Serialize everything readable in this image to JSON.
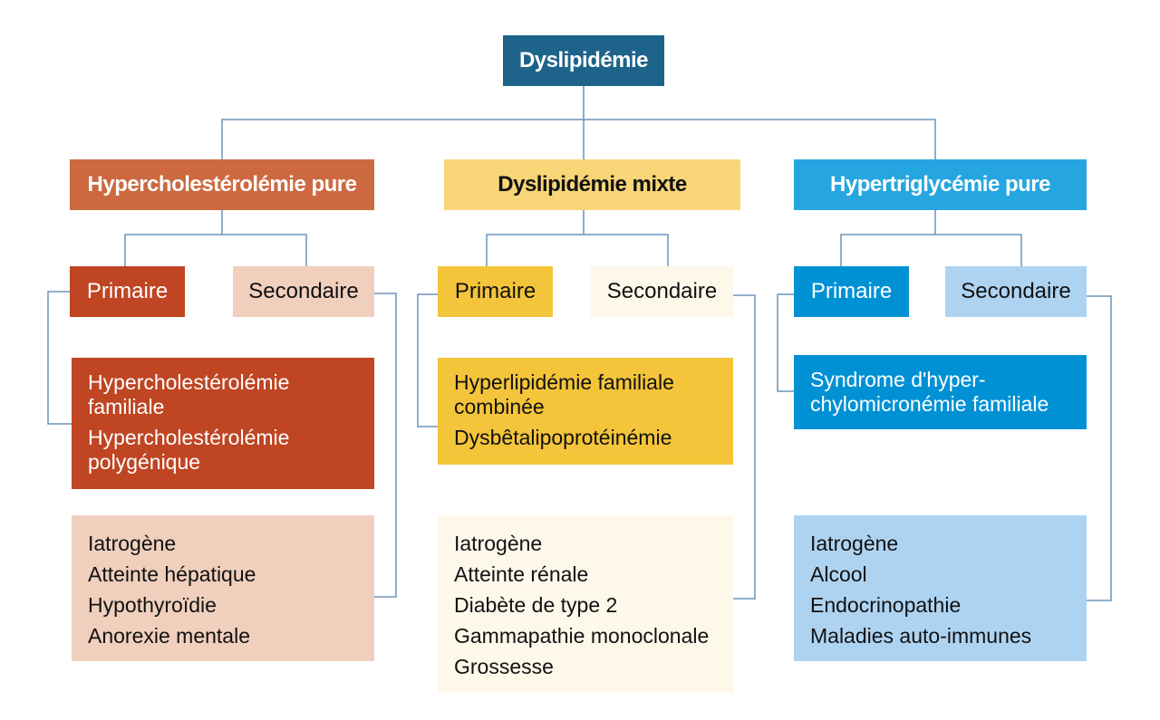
{
  "root": {
    "label": "Dyslipidémie",
    "color": "#1e6389"
  },
  "connector_color": "#6b93b8",
  "categories": [
    {
      "title": "Hypercholestérolémie pure",
      "title_color": "#cc6940",
      "primary": {
        "label": "Primaire",
        "color": "#bf4523",
        "items": [
          "Hypercholestérolémie familiale",
          "Hypercholestérolémie polygénique"
        ]
      },
      "secondary": {
        "label": "Secondaire",
        "color": "#f0cfbd",
        "items": [
          "Iatrogène",
          "Atteinte hépatique",
          "Hypothyroïdie",
          "Anorexie mentale"
        ]
      }
    },
    {
      "title": "Dyslipidémie mixte",
      "title_color": "#f8d577",
      "primary": {
        "label": "Primaire",
        "color": "#f4c43a",
        "items": [
          "Hyperlipidémie familiale combinée",
          "Dysbêtalipoprotéinémie"
        ]
      },
      "secondary": {
        "label": "Secondaire",
        "color": "#fdf8ea",
        "items": [
          "Iatrogène",
          "Atteinte rénale",
          "Diabète de type 2",
          "Gammapathie monoclonale",
          "Grossesse"
        ]
      }
    },
    {
      "title": "Hypertriglycémie pure",
      "title_color": "#26a6e0",
      "primary": {
        "label": "Primaire",
        "color": "#0091d5",
        "items": [
          "Syndrome d'hyper-chylomicronémie familiale"
        ]
      },
      "secondary": {
        "label": "Secondaire",
        "color": "#aed3f1",
        "items": [
          "Iatrogène",
          "Alcool",
          "Endocrinopathie",
          "Maladies auto-immunes"
        ]
      }
    }
  ]
}
